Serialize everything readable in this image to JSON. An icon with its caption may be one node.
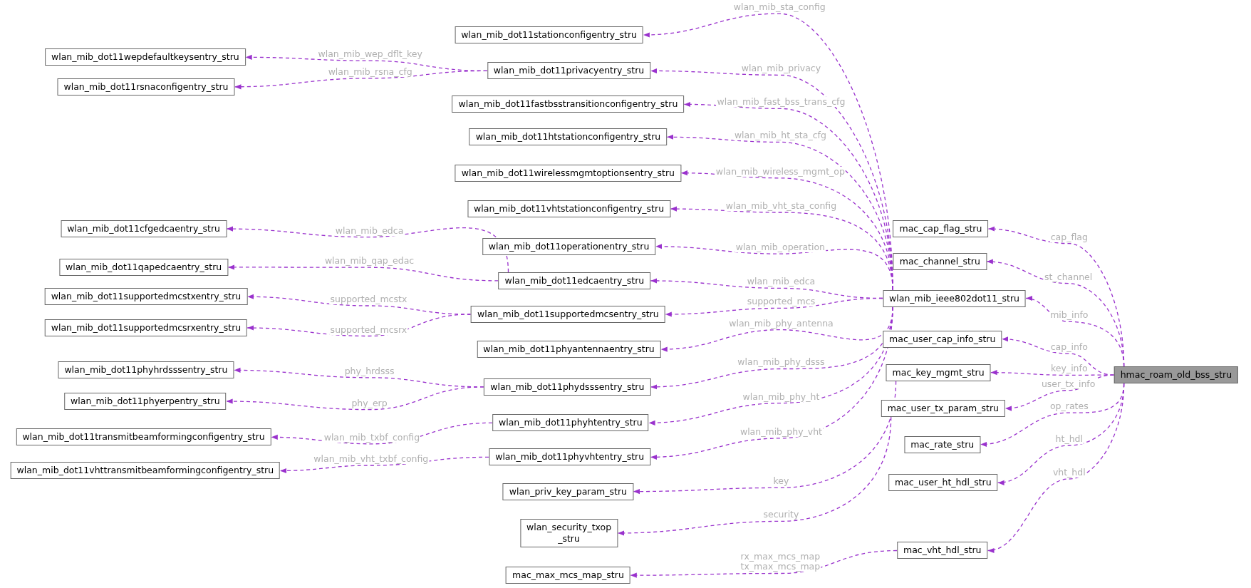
{
  "diagram": {
    "nodes": [
      {
        "text": [
          "wlan_mib_dot11wepdefaultkeysentry_stru"
        ]
      },
      {
        "text": [
          "wlan_mib_dot11rsnaconfigentry_stru"
        ]
      },
      {
        "text": [
          "wlan_mib_dot11cfgedcaentry_stru"
        ]
      },
      {
        "text": [
          "wlan_mib_dot11qapedcaentry_stru"
        ]
      },
      {
        "text": [
          "wlan_mib_dot11supportedmcstxentry_stru"
        ]
      },
      {
        "text": [
          "wlan_mib_dot11supportedmcsrxentry_stru"
        ]
      },
      {
        "text": [
          "wlan_mib_dot11phyhrdsssentry_stru"
        ]
      },
      {
        "text": [
          "wlan_mib_dot11phyerpentry_stru"
        ]
      },
      {
        "text": [
          "wlan_mib_dot11transmitbeamformingconfigentry_stru"
        ]
      },
      {
        "text": [
          "wlan_mib_dot11vhttransmitbeamformingconfigentry_stru"
        ]
      },
      {
        "text": [
          "wlan_mib_dot11stationconfigentry_stru"
        ]
      },
      {
        "text": [
          "wlan_mib_dot11privacyentry_stru"
        ]
      },
      {
        "text": [
          "wlan_mib_dot11fastbsstransitionconfigentry_stru"
        ]
      },
      {
        "text": [
          "wlan_mib_dot11htstationconfigentry_stru"
        ]
      },
      {
        "text": [
          "wlan_mib_dot11wirelessmgmtoptionsentry_stru"
        ]
      },
      {
        "text": [
          "wlan_mib_dot11vhtstationconfigentry_stru"
        ]
      },
      {
        "text": [
          "wlan_mib_dot11operationentry_stru"
        ]
      },
      {
        "text": [
          "wlan_mib_dot11edcaentry_stru"
        ]
      },
      {
        "text": [
          "wlan_mib_dot11supportedmcsentry_stru"
        ]
      },
      {
        "text": [
          "wlan_mib_dot11phyantennaentry_stru"
        ]
      },
      {
        "text": [
          "wlan_mib_dot11phydsssentry_stru"
        ]
      },
      {
        "text": [
          "wlan_mib_dot11phyhtentry_stru"
        ]
      },
      {
        "text": [
          "wlan_mib_dot11phyvhtentry_stru"
        ]
      },
      {
        "text": [
          "wlan_priv_key_param_stru"
        ]
      },
      {
        "text": [
          "wlan_security_txop _stru"
        ]
      },
      {
        "text": [
          "mac_max_mcs_map_stru"
        ]
      },
      {
        "text": [
          "wlan_mib_ieee802dot11_stru"
        ]
      },
      {
        "text": [
          "mac_cap_flag_stru"
        ]
      },
      {
        "text": [
          "mac_channel_stru"
        ]
      },
      {
        "text": [
          "mac_user_cap_info_stru"
        ]
      },
      {
        "text": [
          "mac_key_mgmt_stru"
        ]
      },
      {
        "text": [
          "mac_user_tx_param_stru"
        ]
      },
      {
        "text": [
          "mac_rate_stru"
        ]
      },
      {
        "text": [
          "mac_user_ht_hdl_stru"
        ]
      },
      {
        "text": [
          "mac_vht_hdl_stru"
        ]
      },
      {
        "text": [
          "hmac_roam_old_bss_stru"
        ]
      }
    ],
    "edges": [
      {
        "from": 11,
        "to": 0,
        "arrow": "to",
        "label": "wlan_mib_wep_dflt_key",
        "style": "dashed"
      },
      {
        "from": 11,
        "to": 1,
        "arrow": "to",
        "label": "wlan_mib_rsna_cfg",
        "style": "dashed"
      },
      {
        "from": 17,
        "to": 2,
        "arrow": "to",
        "label": "wlan_mib_edca",
        "style": "dashed"
      },
      {
        "from": 17,
        "to": 3,
        "arrow": "to",
        "label": "wlan_mib_qap_edac",
        "style": "dashed"
      },
      {
        "from": 18,
        "to": 4,
        "arrow": "to",
        "label": "supported_mcstx",
        "style": "dashed"
      },
      {
        "from": 18,
        "to": 5,
        "arrow": "to",
        "label": "supported_mcsrx",
        "style": "dashed"
      },
      {
        "from": 20,
        "to": 6,
        "arrow": "to",
        "label": "phy_hrdsss",
        "style": "dashed"
      },
      {
        "from": 20,
        "to": 7,
        "arrow": "to",
        "label": "phy_erp",
        "style": "dashed"
      },
      {
        "from": 21,
        "to": 8,
        "arrow": "to",
        "label": "wlan_mib_txbf_config",
        "style": "dashed"
      },
      {
        "from": 22,
        "to": 9,
        "arrow": "to",
        "label": "wlan_mib_vht_txbf_config",
        "style": "dashed"
      },
      {
        "from": 26,
        "to": 10,
        "arrow": "to",
        "label": "wlan_mib_sta_config",
        "style": "dashed"
      },
      {
        "from": 26,
        "to": 11,
        "arrow": "to",
        "label": "wlan_mib_privacy",
        "style": "dashed"
      },
      {
        "from": 26,
        "to": 12,
        "arrow": "to",
        "label": "wlan_mib_fast_bss_trans_cfg",
        "style": "dashed"
      },
      {
        "from": 26,
        "to": 13,
        "arrow": "to",
        "label": "wlan_mib_ht_sta_cfg",
        "style": "dashed"
      },
      {
        "from": 26,
        "to": 14,
        "arrow": "to",
        "label": "wlan_mib_wireless_mgmt_op",
        "style": "dashed"
      },
      {
        "from": 26,
        "to": 15,
        "arrow": "to",
        "label": "wlan_mib_vht_sta_config",
        "style": "dashed"
      },
      {
        "from": 26,
        "to": 16,
        "arrow": "to",
        "label": "wlan_mib_operation",
        "style": "dashed"
      },
      {
        "from": 26,
        "to": 17,
        "arrow": "to",
        "label": "wlan_mib_edca",
        "style": "dashed"
      },
      {
        "from": 26,
        "to": 18,
        "arrow": "to",
        "label": "supported_mcs",
        "style": "dashed"
      },
      {
        "from": 26,
        "to": 19,
        "arrow": "to",
        "label": "wlan_mib_phy_antenna",
        "style": "dashed"
      },
      {
        "from": 26,
        "to": 20,
        "arrow": "to",
        "label": "wlan_mib_phy_dsss",
        "style": "dashed"
      },
      {
        "from": 26,
        "to": 21,
        "arrow": "to",
        "label": "wlan_mib_phy_ht",
        "style": "dashed"
      },
      {
        "from": 26,
        "to": 22,
        "arrow": "to",
        "label": "wlan_mib_phy_vht",
        "style": "dashed"
      },
      {
        "from": 30,
        "to": 23,
        "arrow": "to",
        "label": "key",
        "style": "dashed"
      },
      {
        "from": 31,
        "to": 24,
        "arrow": "to",
        "label": "security",
        "style": "dashed"
      },
      {
        "from": 34,
        "to": 25,
        "arrow": "to",
        "label": "rx_max_mcs_map tx_max_mcs_map",
        "style": "dashed"
      },
      {
        "from": 35,
        "to": 27,
        "arrow": "to",
        "label": "cap_flag",
        "style": "dashed"
      },
      {
        "from": 35,
        "to": 28,
        "arrow": "to",
        "label": "st_channel",
        "style": "dashed"
      },
      {
        "from": 35,
        "to": 26,
        "arrow": "to",
        "label": "mib_info",
        "style": "dashed"
      },
      {
        "from": 35,
        "to": 29,
        "arrow": "to",
        "label": "cap_info",
        "style": "dashed"
      },
      {
        "from": 35,
        "to": 30,
        "arrow": "to",
        "label": "key_info",
        "style": "dashed"
      },
      {
        "from": 35,
        "to": 31,
        "arrow": "to",
        "label": "user_tx_info",
        "style": "dashed"
      },
      {
        "from": 35,
        "to": 32,
        "arrow": "to",
        "label": "op_rates",
        "style": "dashed"
      },
      {
        "from": 35,
        "to": 33,
        "arrow": "to",
        "label": "ht_hdl",
        "style": "dashed"
      },
      {
        "from": 35,
        "to": 34,
        "arrow": "to",
        "label": "vht_hdl",
        "style": "dashed"
      }
    ]
  }
}
